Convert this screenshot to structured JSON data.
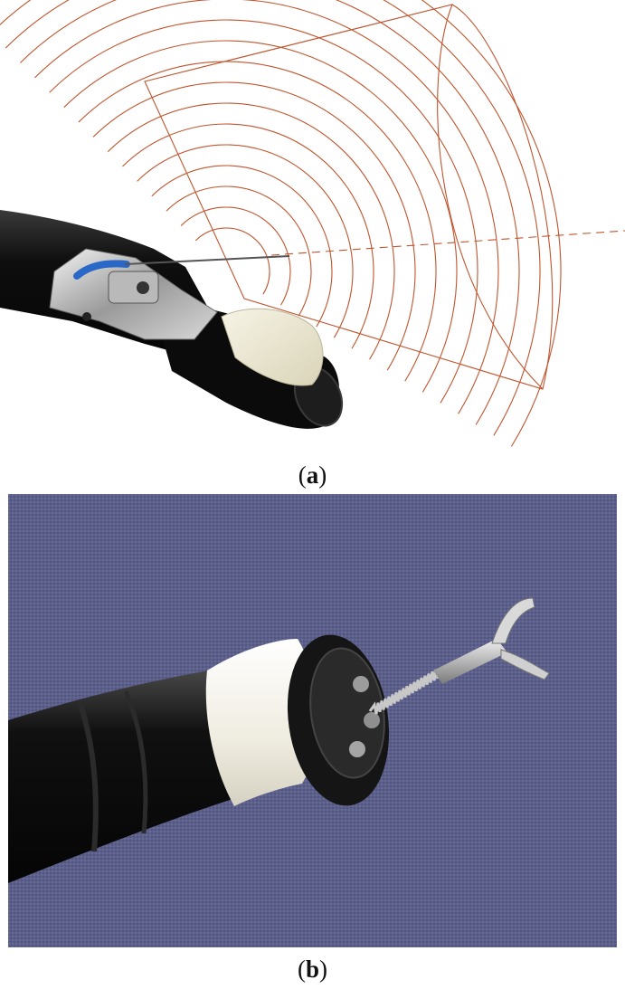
{
  "figure": {
    "panels": [
      {
        "label": "a",
        "subject": "curvilinear-array-echoendoscope-with-fna-needle-and-fan-shaped-ultrasound-field"
      },
      {
        "label": "b",
        "subject": "radial-echoendoscope-tip-with-forceps"
      }
    ]
  },
  "colors": {
    "scan_lines": "#c0552e",
    "background_b": "#5c5f8a",
    "scope_black": "#141414",
    "balloon_white": "#f2efe2"
  }
}
